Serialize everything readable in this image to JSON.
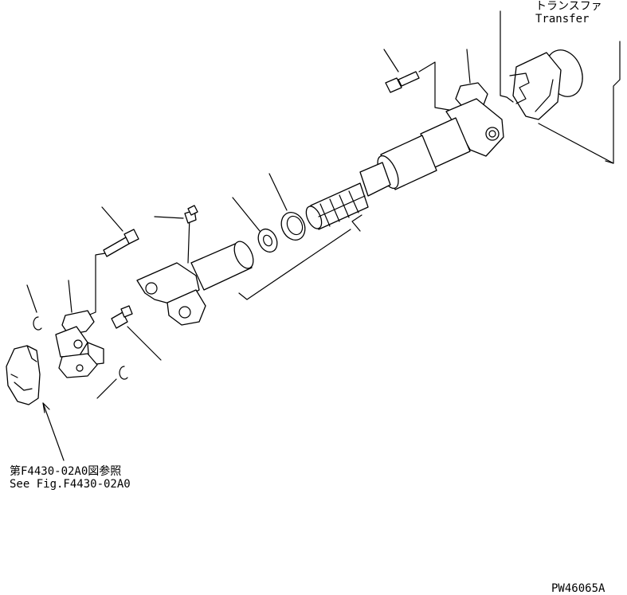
{
  "labels": {
    "transfer_jp": "トランスファ",
    "transfer_en": "Transfer",
    "see_fig_jp": "第F4430-02A0図参照",
    "see_fig_en": "See Fig.F4430-02A0",
    "drawing_code": "PW46065A"
  }
}
